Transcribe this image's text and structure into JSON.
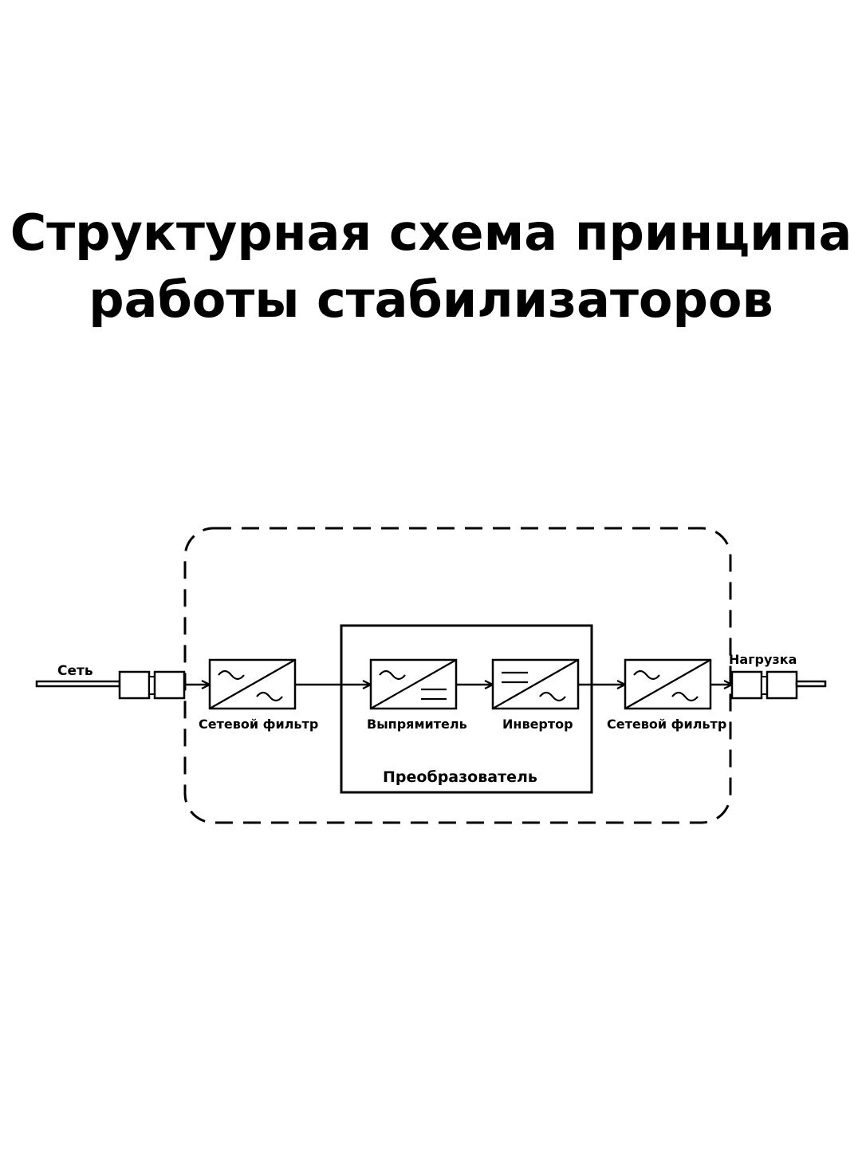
{
  "title": {
    "line1": "Структурная схема принципа",
    "line2": "работы стабилизаторов"
  },
  "diagram": {
    "input_label": "Сеть",
    "output_label": "Нагрузка",
    "filter_in_label": "Сетевой  фильтр",
    "rectifier_label": "Выпрямитель",
    "inverter_label": "Инвертор",
    "filter_out_label": "Сетевой  фильтр",
    "converter_label": "Преобразователь"
  }
}
